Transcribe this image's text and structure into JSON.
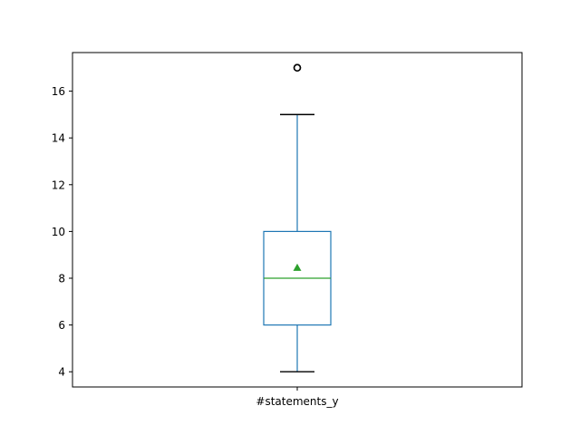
{
  "chart_data": {
    "type": "box",
    "categories": [
      "#statements_y"
    ],
    "series": [
      {
        "whisker_low": 4,
        "q1": 6,
        "median": 8,
        "q3": 10,
        "whisker_high": 15,
        "mean": 8.45,
        "outliers": [
          17,
          17
        ]
      }
    ],
    "y_ticks": [
      4,
      6,
      8,
      10,
      12,
      14,
      16
    ],
    "ylim": [
      3.35,
      17.65
    ],
    "title": "",
    "xlabel": "",
    "ylabel": "",
    "grid": false,
    "legend": "none",
    "colors": {
      "box": "#1f77b4",
      "median": "#2ca02c",
      "mean_marker": "#2ca02c",
      "whisker": "#1f77b4",
      "cap": "#000000",
      "outlier": "#000000",
      "axes": "#000000"
    }
  }
}
